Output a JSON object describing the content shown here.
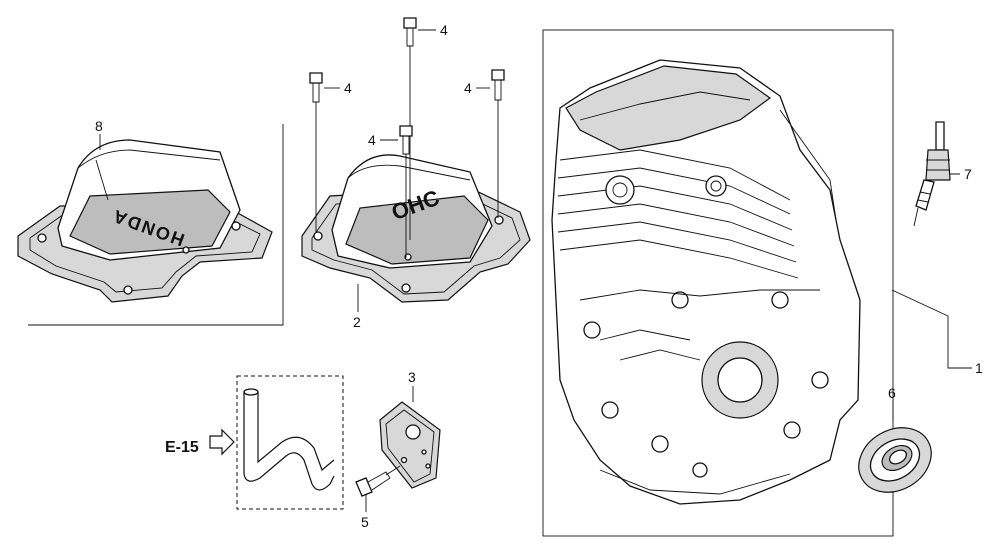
{
  "callouts": {
    "p1": "1",
    "p2": "2",
    "p3": "3",
    "p4a": "4",
    "p4b": "4",
    "p4c": "4",
    "p4d": "4",
    "p5": "5",
    "p6": "6",
    "p7": "7",
    "p8": "8"
  },
  "cover_text": {
    "left": "HONDA",
    "middle": "OHC"
  },
  "reference": {
    "label": "E-15"
  }
}
